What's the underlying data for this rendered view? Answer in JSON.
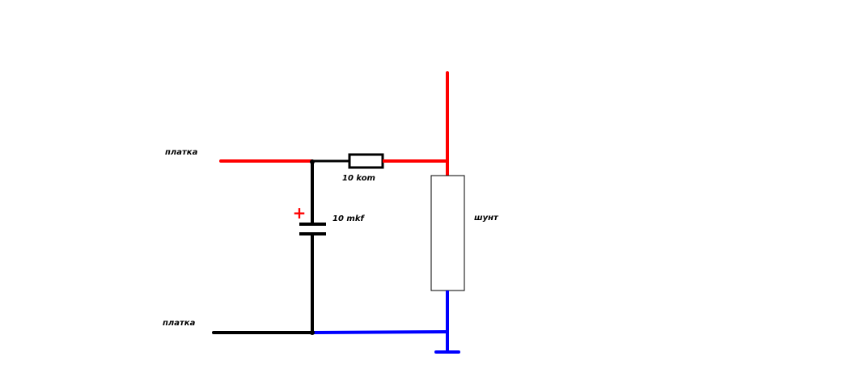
{
  "labels": {
    "board_top": "платка",
    "board_bottom": "платка",
    "resistor": "10 kom",
    "capacitor": "10 mkf",
    "shunt": "шунт",
    "polarity": "+"
  },
  "colors": {
    "positive_wire": "#ff0000",
    "negative_wire": "#0000ff",
    "ground_wire": "#000000",
    "background": "#ffffff",
    "component_outline": "#000000",
    "shunt_outline": "#000000"
  }
}
